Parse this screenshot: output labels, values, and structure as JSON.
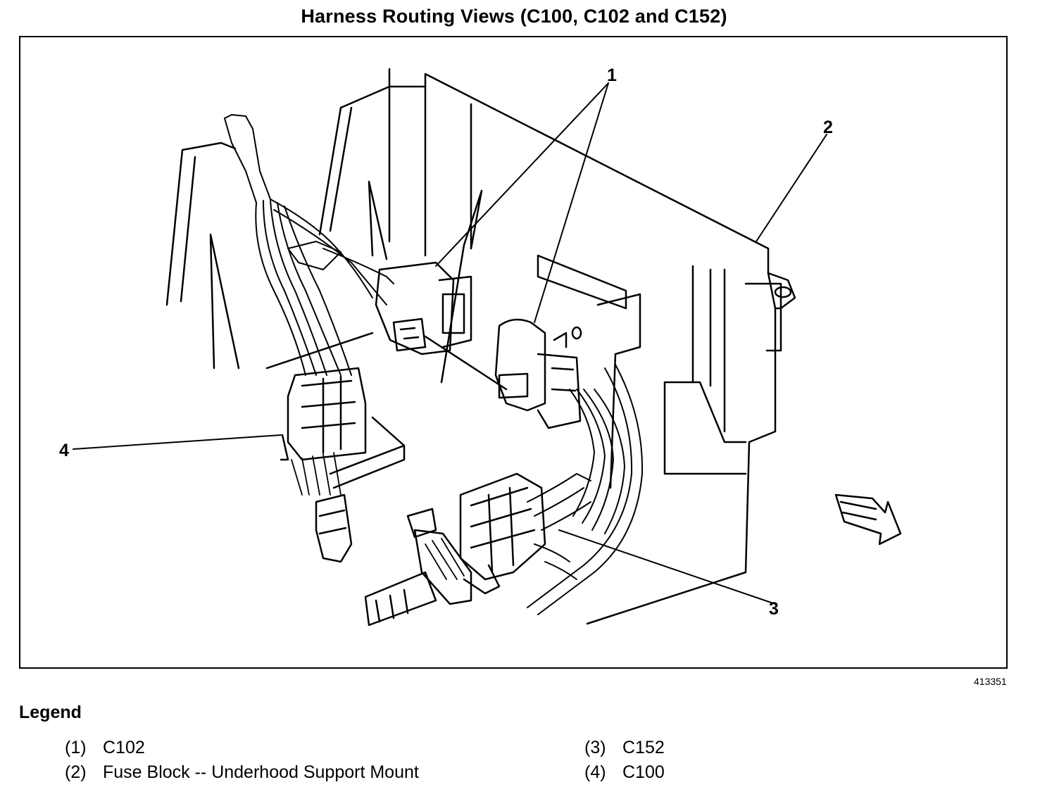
{
  "title": "Harness Routing Views (C100, C102 and C152)",
  "figure_number": "413351",
  "callouts": [
    "1",
    "2",
    "3",
    "4"
  ],
  "legend": {
    "heading": "Legend",
    "items": [
      {
        "num": "(1)",
        "label": "C102"
      },
      {
        "num": "(2)",
        "label": "Fuse Block -- Underhood Support Mount"
      },
      {
        "num": "(3)",
        "label": "C152"
      },
      {
        "num": "(4)",
        "label": "C100"
      }
    ]
  }
}
